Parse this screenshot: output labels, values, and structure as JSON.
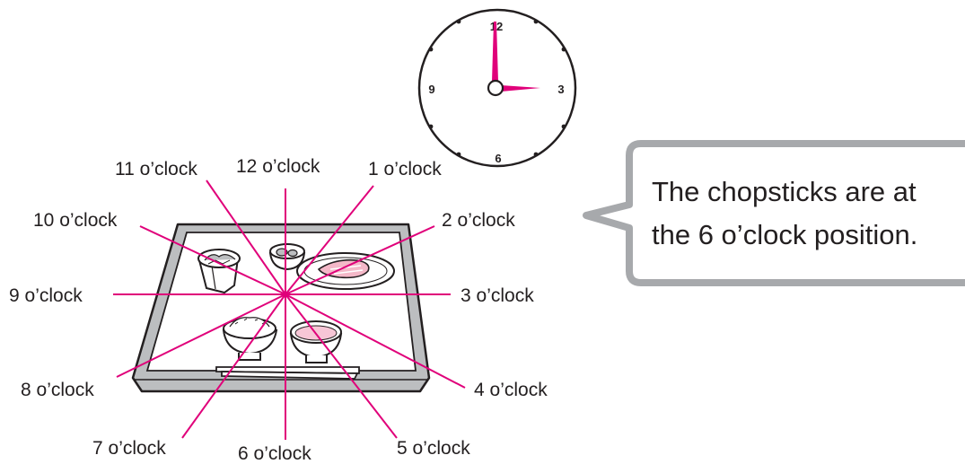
{
  "clock": {
    "numerals": {
      "top": "12",
      "right": "3",
      "bottom": "6",
      "left": "9"
    },
    "hand_color": "#e0007a"
  },
  "tray_labels": {
    "h12": "12 o’clock",
    "h1": "1 o’clock",
    "h2": "2 o’clock",
    "h3": "3 o’clock",
    "h4": "4 o’clock",
    "h5": "5 o’clock",
    "h6": "6 o’clock",
    "h7": "7 o’clock",
    "h8": "8 o’clock",
    "h9": "9 o’clock",
    "h10": "10 o’clock",
    "h11": "11 o’clock"
  },
  "speech_bubble": {
    "line1": "The chopsticks are at",
    "line2": "the 6 o’clock position."
  },
  "colors": {
    "ray": "#e0007a",
    "outline": "#231f20",
    "bubble_border": "#a7a9ac",
    "tray_rim": "#bcbec0",
    "salmon": "#f4b8c8",
    "soup": "#f7c6d6"
  }
}
